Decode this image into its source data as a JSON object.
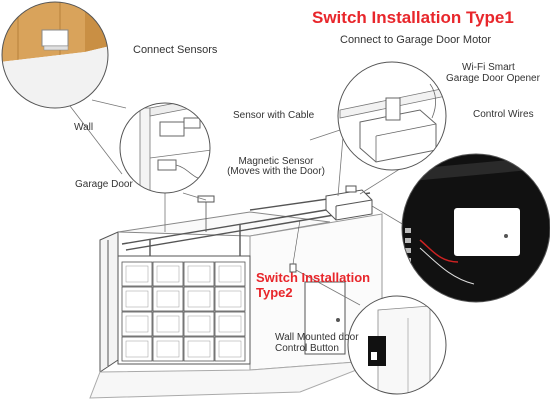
{
  "type1": {
    "title": "Switch Installation Type1",
    "subtitle": "Connect to Garage Door Motor",
    "opener_label_line1": "Wi-Fi Smart",
    "opener_label_line2": "Garage Door Opener",
    "wires_label": "Control Wires"
  },
  "sensors": {
    "heading": "Connect Sensors",
    "wall_label": "Wall",
    "garage_door_label": "Garage Door",
    "sensor_cable_label": "Sensor with Cable",
    "magnetic_label_line1": "Magnetic Sensor",
    "magnetic_label_line2": "(Moves with the Door)"
  },
  "type2": {
    "title_line1": "Switch Installation",
    "title_line2": "Type2",
    "button_label_line1": "Wall Mounted door",
    "button_label_line2": "Control Button"
  },
  "colors": {
    "accent_red": "#e8262b",
    "line": "#555555",
    "wood": "#d9a35b"
  }
}
